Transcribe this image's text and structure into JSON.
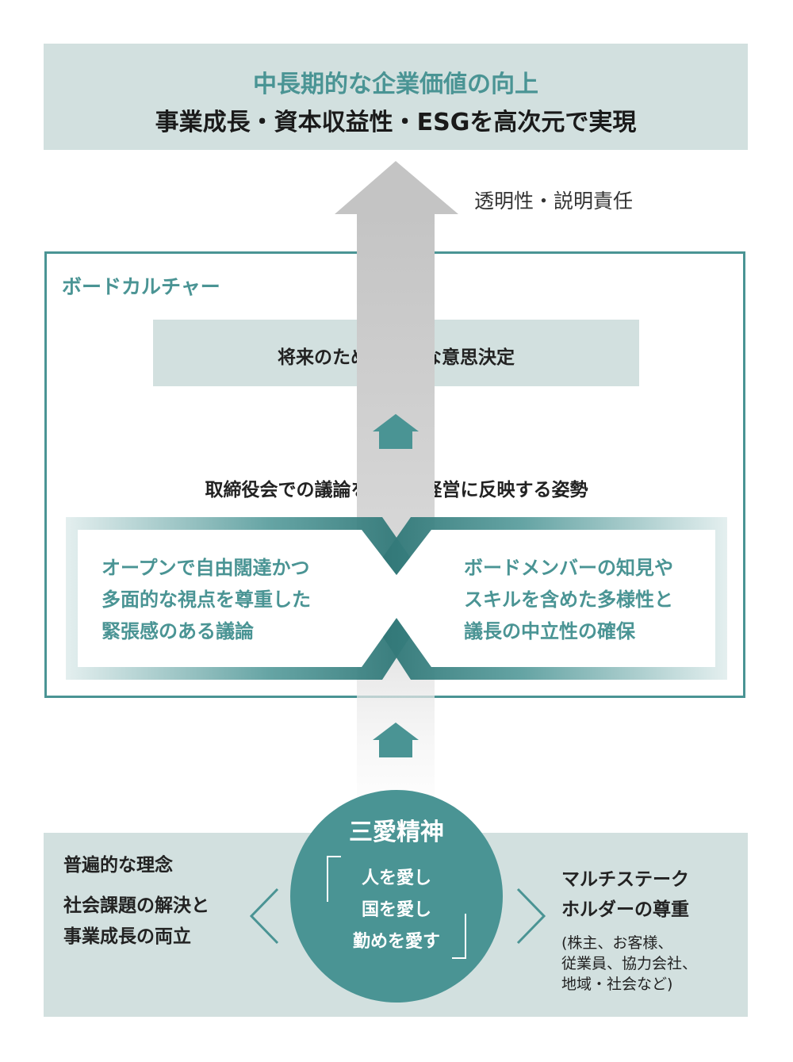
{
  "top": {
    "title": "中長期的な企業価値の向上",
    "subtitle": "事業成長・資本収益性・ESGを高次元で実現"
  },
  "transparency_label": "透明性・説明責任",
  "board": {
    "title": "ボードカルチャー",
    "decision": "将来のための果断な意思決定",
    "attitude": "取締役会での議論を真摯に経営に反映する姿勢",
    "left_lines": [
      "オープンで自由闊達かつ",
      "多面的な視点を尊重した",
      "緊張感のある議論"
    ],
    "right_lines": [
      "ボードメンバーの知見や",
      "スキルを含めた多様性と",
      "議長の中立性の確保"
    ]
  },
  "bottom": {
    "ideal_title": "普遍的な理念",
    "ideal_lines": [
      "社会課題の解決と",
      "事業成長の両立"
    ],
    "spirit_title": "三愛精神",
    "spirit_lines": [
      "人を愛し",
      "国を愛し",
      "勤めを愛す"
    ],
    "multi_lines": [
      "マルチステーク",
      "ホルダーの尊重"
    ],
    "multi_detail_lines": [
      "(株主、お客様、",
      "従業員、協力会社、",
      "地域・社会など)"
    ]
  },
  "colors": {
    "teal": "#4a9494",
    "light_band": "#d2e0df",
    "arrow_gray": "#c9c9c9"
  }
}
